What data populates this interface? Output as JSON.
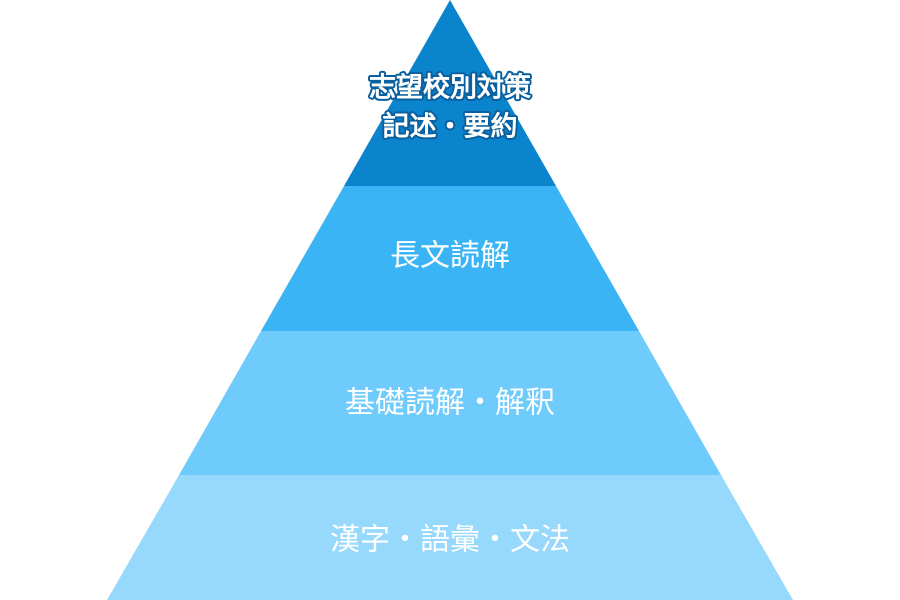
{
  "pyramid": {
    "tiers": [
      {
        "lines": [
          "志望校別対策",
          "記述・要約"
        ],
        "color": "#0a84cc"
      },
      {
        "lines": [
          "長文読解"
        ],
        "color": "#3ab4f4"
      },
      {
        "lines": [
          "基礎読解・解釈"
        ],
        "color": "#6ecbfb"
      },
      {
        "lines": [
          "漢字・語彙・文法"
        ],
        "color": "#96d9fc"
      }
    ]
  }
}
